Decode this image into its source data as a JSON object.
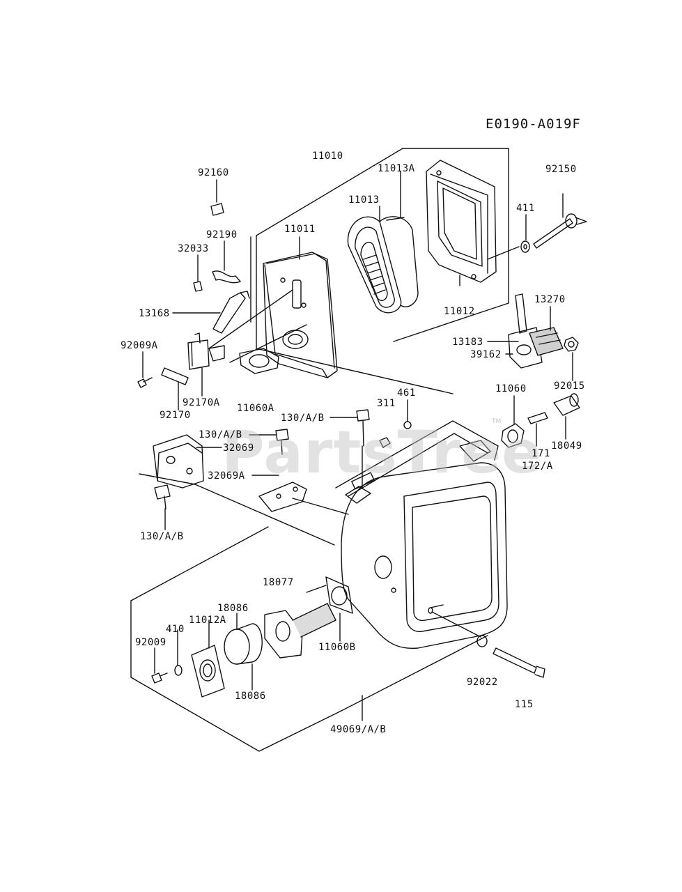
{
  "diagram_code": "E0190-A019F",
  "watermark": {
    "text": "PartsTree",
    "trademark": "TM"
  },
  "parts": {
    "p11010": "11010",
    "p92160": "92160",
    "p11013A": "11013A",
    "p11013": "11013",
    "p92150": "92150",
    "p411": "411",
    "p92190": "92190",
    "p11011": "11011",
    "p32033": "32033",
    "p13270": "13270",
    "p13168": "13168",
    "p11012": "11012",
    "p13183": "13183",
    "p92009A": "92009A",
    "p39162": "39162",
    "p92015": "92015",
    "p92170A": "92170A",
    "p11060": "11060",
    "p461": "461",
    "p11060A": "11060A",
    "p311": "311",
    "p92170": "92170",
    "p130AB_top": "130/A/B",
    "p130AB_mid": "130/A/B",
    "p32069": "32069",
    "p171": "171",
    "p18049": "18049",
    "p172A": "172/A",
    "p32069A": "32069A",
    "p130AB_left": "130/A/B",
    "p18077": "18077",
    "p18086_top": "18086",
    "p410": "410",
    "p11012A": "11012A",
    "p92009": "92009",
    "p11060B": "11060B",
    "p18086_bot": "18086",
    "p92022": "92022",
    "p115": "115",
    "p49069AB": "49069/A/B"
  }
}
